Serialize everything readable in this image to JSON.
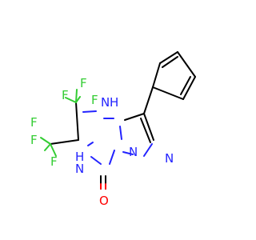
{
  "molecule": {
    "colors": {
      "carbon": "#000000",
      "nitrogen": "#2323ff",
      "oxygen": "#ff0000",
      "fluorine": "#33cc33"
    },
    "labels": {
      "nh_top": "N",
      "nh_top_h": "H",
      "nh_bottom": "N",
      "nh_bottom_h": "H",
      "n_bridge": "N",
      "n_pyrazole": "N",
      "oxygen": "O",
      "f1": "F",
      "f2": "F",
      "f3": "F",
      "f4": "F",
      "f5": "F",
      "f6": "F"
    }
  }
}
